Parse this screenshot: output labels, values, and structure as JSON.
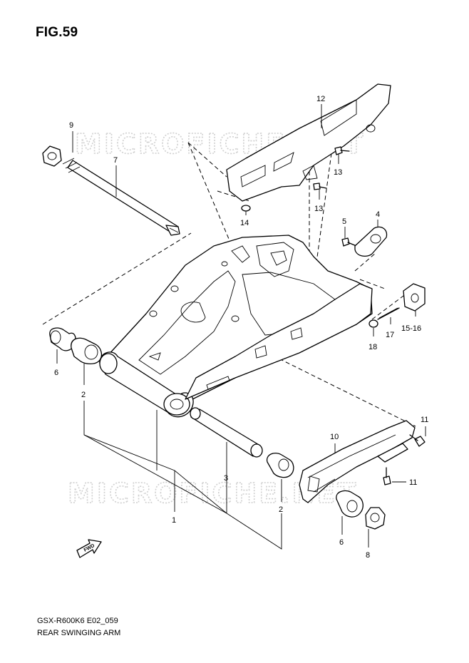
{
  "figure": {
    "title": "FIG.59",
    "model_code": "GSX-R600K6 E02_059",
    "section_name": "REAR SWINGING ARM"
  },
  "watermark": {
    "text": "MICROFICHE.NET"
  },
  "direction_marker": {
    "label": "FWD",
    "icon": "fwd-arrow-icon"
  },
  "callouts": [
    {
      "id": "c9",
      "label": "9"
    },
    {
      "id": "c7",
      "label": "7"
    },
    {
      "id": "c12",
      "label": "12"
    },
    {
      "id": "c13a",
      "label": "13"
    },
    {
      "id": "c13b",
      "label": "13"
    },
    {
      "id": "c14",
      "label": "14"
    },
    {
      "id": "c5",
      "label": "5"
    },
    {
      "id": "c4",
      "label": "4"
    },
    {
      "id": "c15_16",
      "label": "15-16"
    },
    {
      "id": "c17",
      "label": "17"
    },
    {
      "id": "c18",
      "label": "18"
    },
    {
      "id": "c6a",
      "label": "6"
    },
    {
      "id": "c2a",
      "label": "2"
    },
    {
      "id": "c11a",
      "label": "11"
    },
    {
      "id": "c10",
      "label": "10"
    },
    {
      "id": "c11b",
      "label": "11"
    },
    {
      "id": "c3",
      "label": "3"
    },
    {
      "id": "c2b",
      "label": "2"
    },
    {
      "id": "c1",
      "label": "1"
    },
    {
      "id": "c6b",
      "label": "6"
    },
    {
      "id": "c8",
      "label": "8"
    }
  ]
}
